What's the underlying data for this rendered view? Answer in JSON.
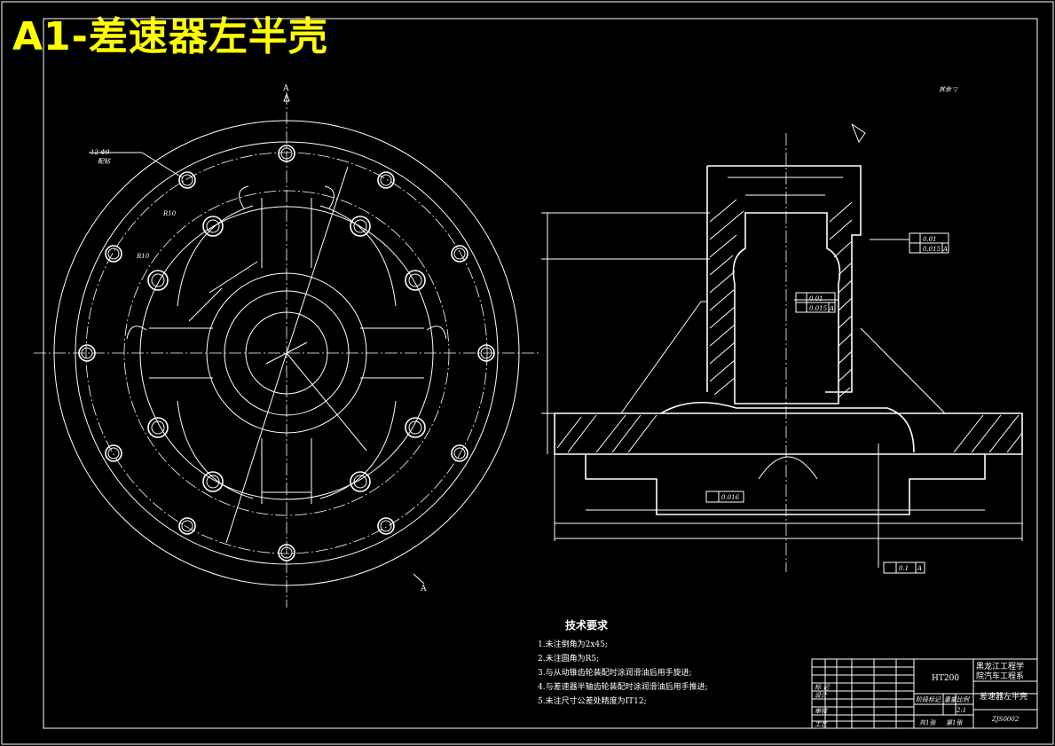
{
  "drawing_title": "A1-差速器左半壳",
  "view_label": "A",
  "surface_note": "其余 ▽",
  "tech_requirements": {
    "heading": "技术要求",
    "items": [
      "1.未注倒角为2x45;",
      "2.未注圆角为R5;",
      "3.与从动锥齿轮装配时涂润滑油后用手旋进;",
      "4.与差速器半轴齿轮装配时涂润滑油后用手推进;",
      "5.未注尺寸公差处精度为IT12;"
    ]
  },
  "title_block": {
    "material": "HT200",
    "school_line1": "黑龙江工程学",
    "school_line2": "院汽车工程系",
    "part_name": "差速器左半壳",
    "scale": "2:1",
    "drawing_no": "ZJS0002",
    "labels": {
      "mark": "标 记",
      "designer": "设计",
      "review": "审核",
      "process": "工艺",
      "stage": "阶段标记",
      "weight": "重量",
      "ratio": "比例",
      "sheets": "共1张",
      "sheet": "第1张"
    }
  },
  "annotations": {
    "tol_flat": "0.01",
    "tol_runout": "0.015",
    "tol_ref": "A",
    "tol_perp": "0.1",
    "tol_profile": "0.016",
    "hole_note": "12-Φ9",
    "hole_note2": "配钻",
    "r1": "R10",
    "r2": "R10"
  }
}
